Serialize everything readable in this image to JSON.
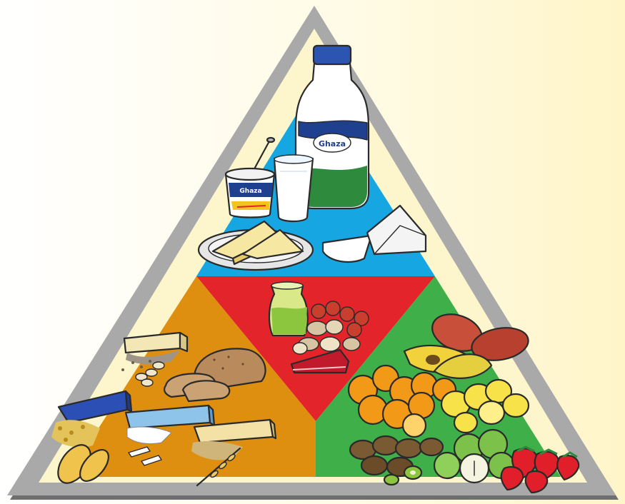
{
  "pyramid": {
    "colors": {
      "frame": "#a6a6a6",
      "frame_shadow": "#6f6f6f",
      "inner": "#fdf6cc",
      "dairy": "#16a6e2",
      "protein": "#e3242b",
      "grains": "#de8f0f",
      "produce": "#3faf49"
    },
    "sections": [
      "dairy",
      "protein",
      "grains",
      "fruits-vegetables"
    ]
  },
  "items": {
    "milk_label": "Ghaza",
    "yogurt_label": "Ghaza"
  }
}
